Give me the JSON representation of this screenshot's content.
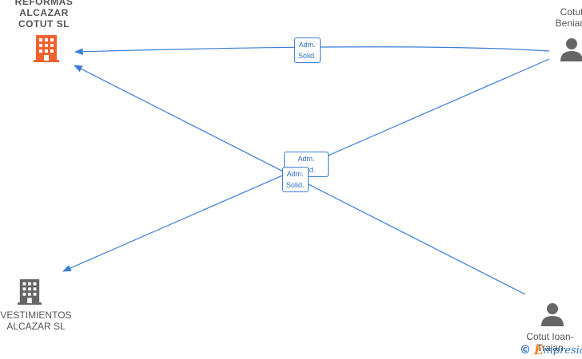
{
  "nodes": {
    "reformas": {
      "label": "REFORMAS\nALCAZAR\nCOTUT  SL",
      "icon": "building-icon",
      "color": "#f0622f"
    },
    "revestimientos": {
      "label": "VESTIMIENTOS\nALCAZAR SL",
      "icon": "building-icon",
      "color": "#666666"
    },
    "cotut_beniamin": {
      "label": "Cotut\nBeniam",
      "icon": "person-icon",
      "color": "#666666"
    },
    "cotut_ioan": {
      "label": "Cotut Ioan-\nTraian",
      "icon": "person-icon",
      "color": "#666666"
    }
  },
  "edges": {
    "top": {
      "label": "Adm.\nSolid."
    },
    "mid_upper": {
      "label": "Adm.\nSolid."
    },
    "mid_lower": {
      "label": "Adm.\nSolid."
    }
  },
  "colors": {
    "edge": "#3a7dd6"
  },
  "watermark": {
    "symbol": "©",
    "brand_e": "E",
    "brand_rest": "mpresia"
  }
}
